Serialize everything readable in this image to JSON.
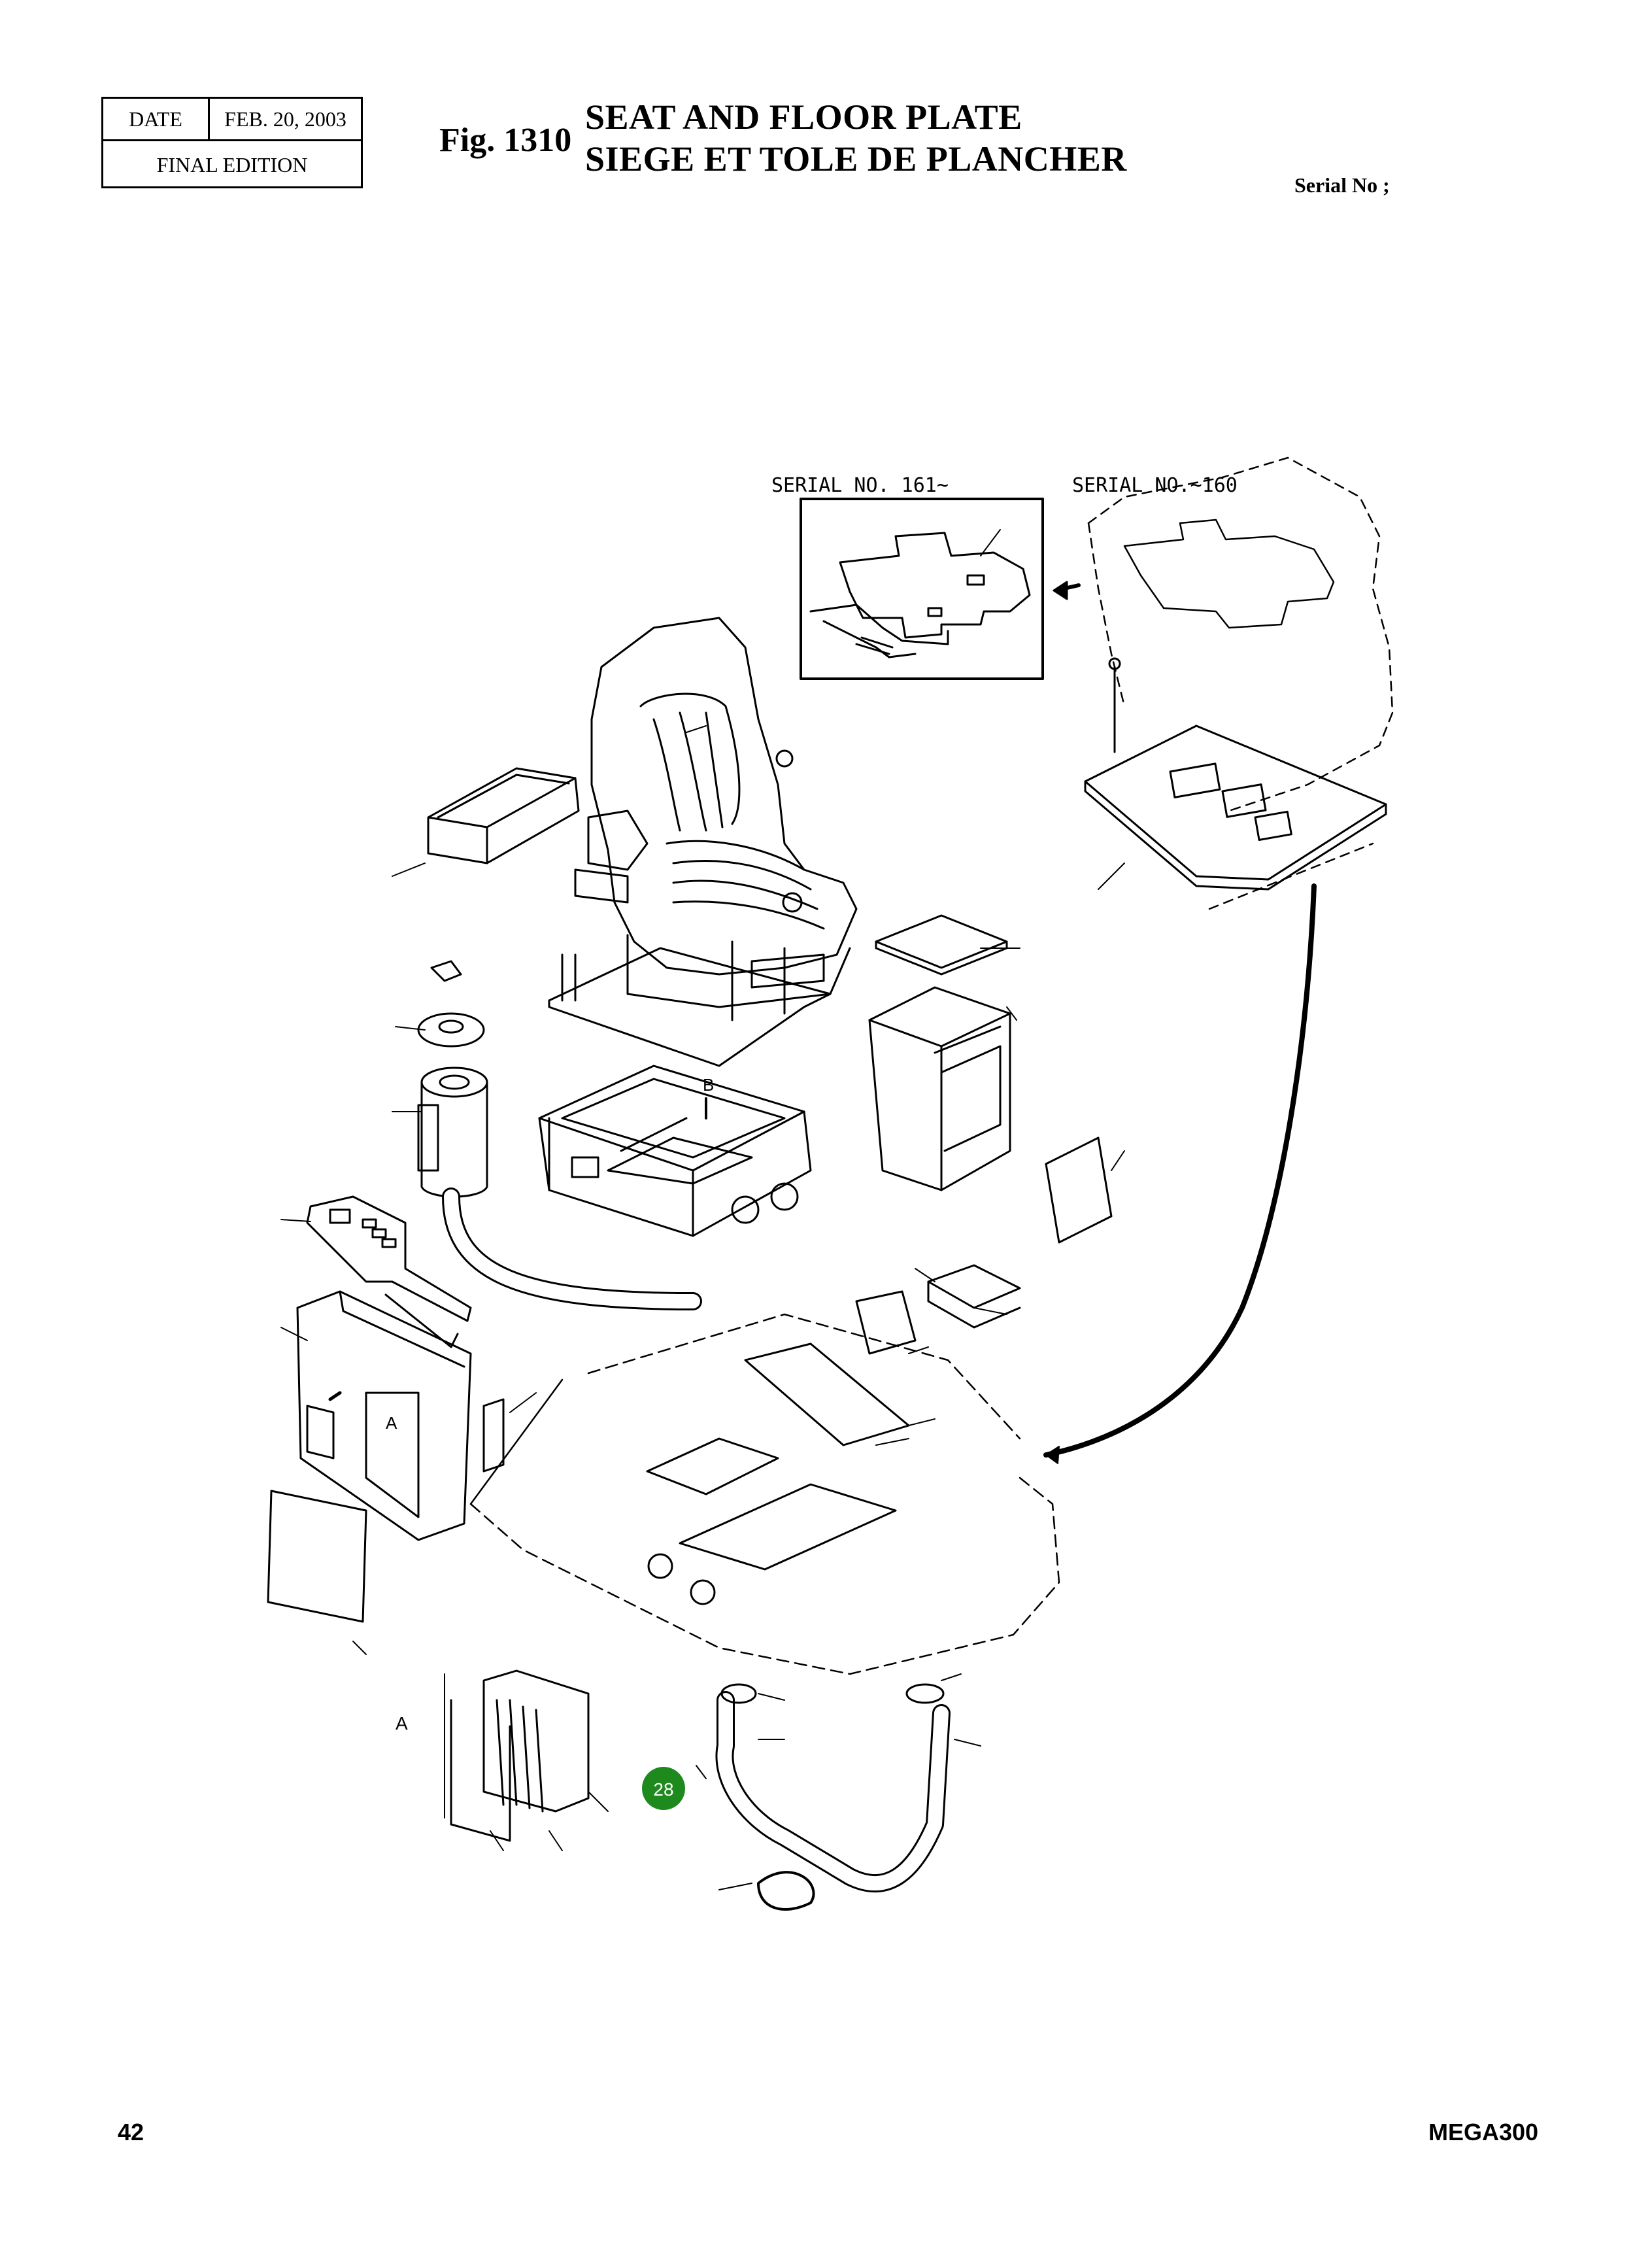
{
  "header": {
    "date_label": "DATE",
    "date_value": "FEB. 20, 2003",
    "edition": "FINAL EDITION",
    "fig_number": "Fig. 1310",
    "title_en": "SEAT AND FLOOR PLATE",
    "title_fr": "SIEGE ET TOLE DE PLANCHER",
    "serial_label": "Serial No ;"
  },
  "diagram": {
    "inset_label_left": "SERIAL NO. 161~",
    "inset_label_right": "SERIAL NO.~160",
    "view_letter_a1": "A",
    "view_letter_a2": "A",
    "view_letter_b": "B",
    "callout": "28",
    "callout_color": "#1e8a1e"
  },
  "footer": {
    "page_number": "42",
    "model": "MEGA300"
  }
}
